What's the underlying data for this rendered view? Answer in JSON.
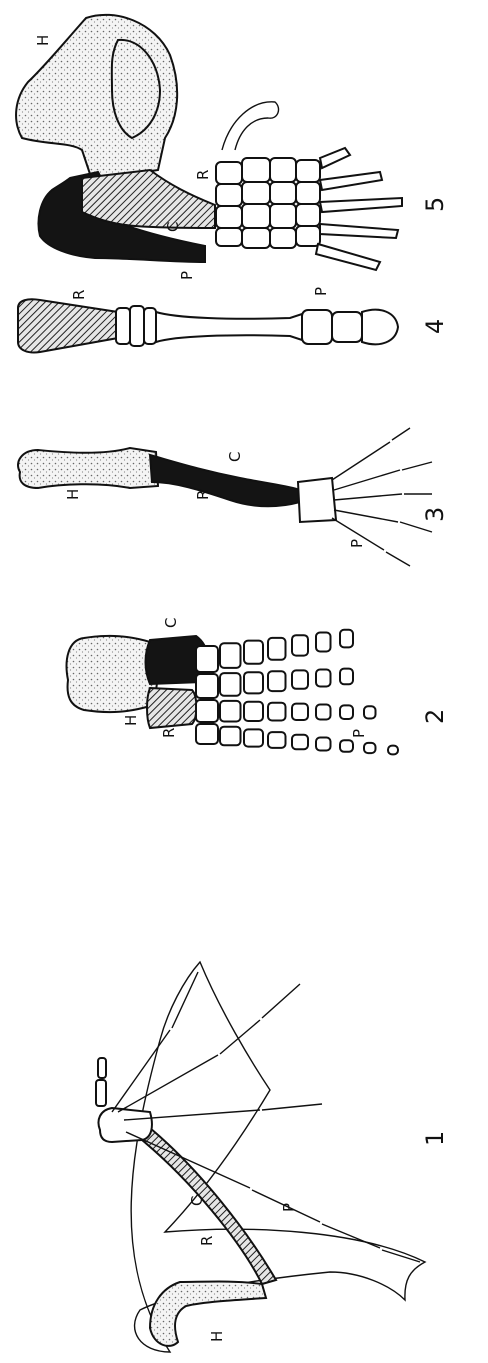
{
  "figures": [
    {
      "number": "1",
      "labels": {
        "H": "H",
        "R": "R",
        "C": "C",
        "P": "P"
      }
    },
    {
      "number": "2",
      "labels": {
        "H": "H",
        "R": "R",
        "C": "C",
        "P": "P"
      }
    },
    {
      "number": "3",
      "labels": {
        "H": "H",
        "R": "R",
        "C": "C",
        "P": "P"
      }
    },
    {
      "number": "4",
      "labels": {
        "R": "R",
        "P": "P"
      }
    },
    {
      "number": "5",
      "labels": {
        "H": "H",
        "R": "R",
        "C": "C",
        "P": "P"
      }
    }
  ]
}
